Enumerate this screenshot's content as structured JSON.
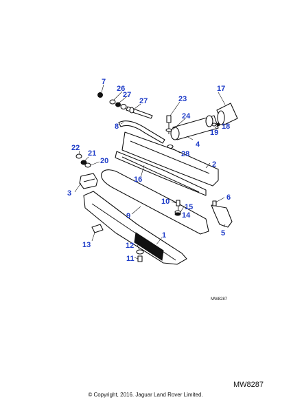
{
  "diagram": {
    "callouts": [
      "7",
      "26",
      "27",
      "27",
      "8",
      "23",
      "24",
      "17",
      "19",
      "18",
      "4",
      "28",
      "2",
      "22",
      "21",
      "20",
      "3",
      "16",
      "6",
      "10",
      "15",
      "14",
      "5",
      "9",
      "1",
      "13",
      "12",
      "11"
    ]
  },
  "footer": {
    "ref_small": "MW8287",
    "ref_large": "MW8287",
    "copyright": "© Copyright, 2016. Jaguar Land Rover Limited."
  }
}
